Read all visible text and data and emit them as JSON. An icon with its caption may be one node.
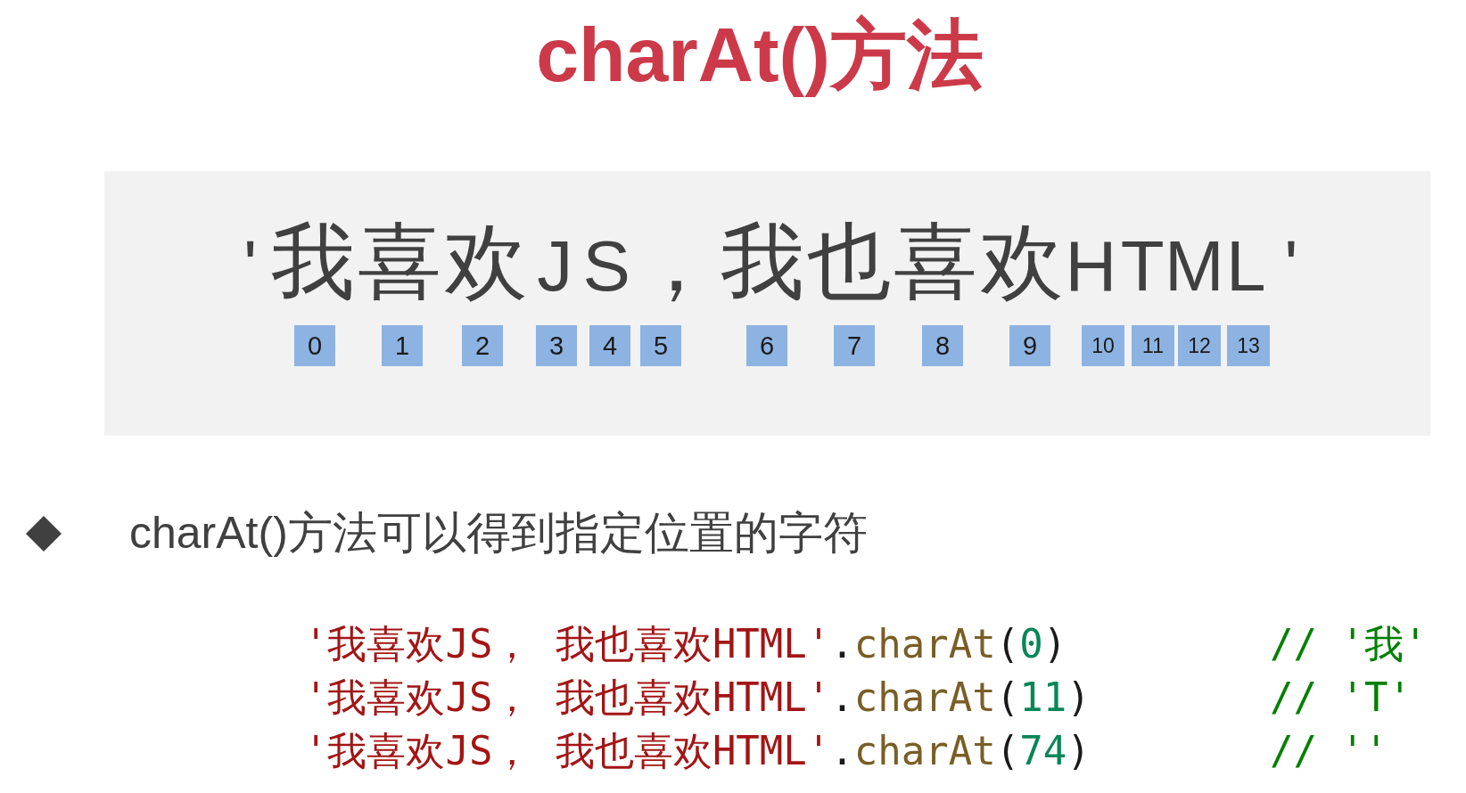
{
  "diagram": {
    "title": "charAt()方法",
    "nodes": [
      {
        "text": [
          "'我喜欢JS，我也喜欢HTML'"
        ]
      },
      {
        "text": [
          "0"
        ],
        "in": 0
      },
      {
        "text": [
          "1"
        ],
        "in": 0
      },
      {
        "text": [
          "2"
        ],
        "in": 0
      },
      {
        "text": [
          "3"
        ],
        "in": 0
      },
      {
        "text": [
          "4"
        ],
        "in": 0
      },
      {
        "text": [
          "5"
        ],
        "in": 0
      },
      {
        "text": [
          "6"
        ],
        "in": 0
      },
      {
        "text": [
          "7"
        ],
        "in": 0
      },
      {
        "text": [
          "8"
        ],
        "in": 0
      },
      {
        "text": [
          "9"
        ],
        "in": 0
      },
      {
        "text": [
          "10"
        ],
        "in": 0
      },
      {
        "text": [
          "11"
        ],
        "in": 0
      },
      {
        "text": [
          "12"
        ],
        "in": 0
      },
      {
        "text": [
          "13"
        ],
        "in": 0
      }
    ],
    "labels": [
      "charAt()方法可以得到指定位置的字符",
      "'我喜欢JS，我也喜欢HTML'.charAt(0)",
      "// '我'",
      "'我喜欢JS，我也喜欢HTML'.charAt(11)",
      "// 'T'",
      "'我喜欢JS，我也喜欢HTML'.charAt(74)",
      "// ''"
    ]
  }
}
